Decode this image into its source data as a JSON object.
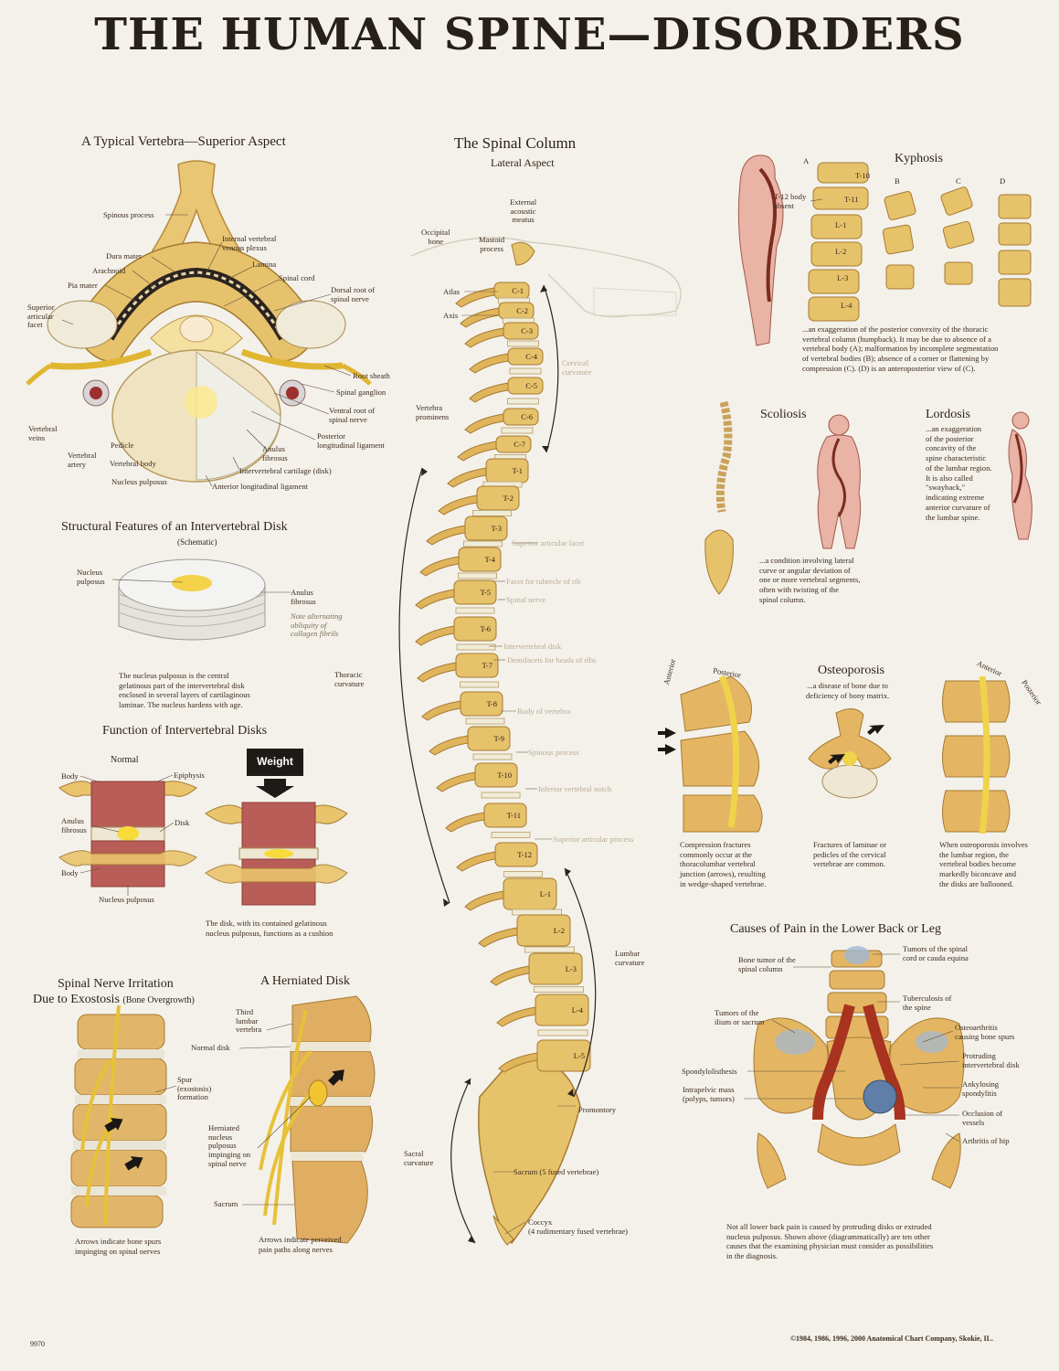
{
  "title": "THE HUMAN SPINE—DISORDERS",
  "vertebra": {
    "heading": "A Typical Vertebra—Superior Aspect",
    "labels": {
      "spinous_process": "Spinous process",
      "internal_plexus": "Internal vertebral\nvenous plexus",
      "dura_mater": "Dura mater",
      "lamina": "Lamina",
      "arachnoid": "Arachnoid",
      "spinal_cord": "Spinal cord",
      "pia_mater": "Pia mater",
      "dorsal_root": "Dorsal root of\nspinal nerve",
      "superior_facet": "Superior\narticular\nfacet",
      "root_sheath": "Root sheath",
      "spinal_ganglion": "Spinal ganglion",
      "ventral_root": "Ventral root of\nspinal nerve",
      "vertebral_veins": "Vertebral\nveins",
      "posterior_ligament": "Posterior\nlongitudinal ligament",
      "pedicle": "Pedicle",
      "anulus": "Anulus\nfibrosus",
      "vertebral_artery": "Vertebral\nartery",
      "vertebral_body": "Vertebral body",
      "intervertebral_cartilage": "Intervertebral cartilage (disk)",
      "nucleus_pulposus": "Nucleus pulposus",
      "anterior_ligament": "Anterior longitudinal ligament"
    }
  },
  "disk_structure": {
    "heading": "Structural Features of an Intervertebral Disk",
    "subheading": "(Schematic)",
    "nucleus": "Nucleus\npulposus",
    "anulus": "Anulus\nfibrosus",
    "note": "Note alternating\nobliquity of\ncollagen fibrils",
    "caption": "The nucleus pulposus is the central\ngelatinous part of the intervertebral disk\nenclosed in several layers of cartilaginous\nlaminae. The nucleus hardens with age."
  },
  "disk_function": {
    "heading": "Function of Intervertebral Disks",
    "normal": "Normal",
    "weight": "Weight",
    "body_top": "Body",
    "epiphysis": "Epiphysis",
    "anulus": "Anulus\nfibrosus",
    "disk": "Disk",
    "body_bottom": "Body",
    "nucleus": "Nucleus pulposus",
    "caption": "The disk, with its contained gelatinous\nnucleus pulposus, functions as a cushion"
  },
  "nerve_irritation": {
    "heading_line1": "Spinal Nerve Irritation",
    "heading_line2": "Due to Exostosis",
    "heading_small": "(Bone Overgrowth)",
    "spur": "Spur\n(exostosis)\nformation",
    "caption": "Arrows indicate bone spurs\nimpinging on spinal nerves"
  },
  "herniated": {
    "heading": "A Herniated Disk",
    "third_lumbar": "Third\nlumbar\nvertebra",
    "normal_disk": "Normal disk",
    "herniated_np": "Herniated\nnucleus\npulposus\nimpinging on\nspinal nerve",
    "sacrum": "Sacrum",
    "caption": "Arrows indicate perceived\npain paths along nerves"
  },
  "spinal_column": {
    "heading": "The Spinal Column",
    "subheading": "Lateral Aspect",
    "labels": {
      "external_meatus": "External\nacoustic\nmeatus",
      "occipital_bone": "Occipital\nbone",
      "mastoid": "Mastoid\nprocess",
      "atlas": "Atlas",
      "axis": "Axis",
      "cervical_curvature": "Cervical\ncurvature",
      "vertebra_prominens": "Vertebra\nprominens",
      "superior_facet": "Superior articular facet",
      "facet_rib": "Facet for tubercle of rib",
      "spinal_nerve": "Spinal nerve",
      "thoracic_curvature": "Thoracic\ncurvature",
      "intervertebral_disk": "Intervertebral disk",
      "demifacets": "Demifacets for heads of ribs",
      "body_vertebra": "Body of vertebra",
      "spinous_process": "Spinous process",
      "inferior_notch": "Inferior vertebral notch",
      "superior_process": "Superior articular process",
      "lumbar_curvature": "Lumbar\ncurvature",
      "promontory": "Promontory",
      "sacral_curvature": "Sacral\ncurvature",
      "sacrum": "Sacrum (5 fused vertebrae)",
      "coccyx": "Coccyx\n(4 rudimentary fused vertebrae)"
    },
    "vertebrae": [
      "C-1",
      "C-2",
      "C-3",
      "C-4",
      "C-5",
      "C-6",
      "C-7",
      "T-1",
      "T-2",
      "T-3",
      "T-4",
      "T-5",
      "T-6",
      "T-7",
      "T-8",
      "T-9",
      "T-10",
      "T-11",
      "T-12",
      "L-1",
      "L-2",
      "L-3",
      "L-4",
      "L-5"
    ]
  },
  "kyphosis": {
    "heading": "Kyphosis",
    "letters": [
      "A",
      "B",
      "C",
      "D"
    ],
    "t12_absent": "T-12 body\nabsent",
    "vertebra_labels": [
      "T-10",
      "T-11",
      "L-1",
      "L-2",
      "L-3",
      "L-4"
    ],
    "caption": "...an exaggeration of the posterior convexity of the thoracic\nvertebral column (humpback). It may be due to absence of a\nvertebral body (A); malformation by incomplete segmentation\nof vertebral bodies (B); absence of a corner or flattening by\ncompression (C). (D) is an anteroposterior view of (C)."
  },
  "scoliosis": {
    "heading": "Scoliosis",
    "caption": "...a condition involving lateral\ncurve or angular deviation of\none or more vertebral segments,\noften with twisting of the\nspinal column."
  },
  "lordosis": {
    "heading": "Lordosis",
    "caption": "...an exaggeration\nof the posterior\nconcavity of the\nspine characteristic\nof the lumbar region.\nIt is also called\n\"swayback,\"\nindicating extreme\nanterior curvature of\nthe lumbar spine."
  },
  "osteoporosis": {
    "heading": "Osteoporosis",
    "subheading": "...a disease of bone due to\ndeficiency of bony matrix.",
    "anterior_left": "Anterior",
    "posterior_left": "Posterior",
    "anterior_right": "Anterior",
    "posterior_right": "Posterior",
    "caption_left": "Compression fractures\ncommonly occur at the\nthoracolumbar vertebral\njunction (arrows), resulting\nin wedge-shaped vertebrae.",
    "caption_mid": "Fractures of laminae or\npedicles of the cervical\nvertebrae are common.",
    "caption_right": "When osteoporosis involves\nthe lumbar region, the\nvertebral bodies become\nmarkedly biconcave and\nthe disks are ballooned."
  },
  "pain_causes": {
    "heading": "Causes of Pain in the Lower Back or Leg",
    "labels": {
      "tumors_cord": "Tumors of the spinal\ncord or cauda equina",
      "bone_tumor": "Bone tumor of the\nspinal column",
      "tuberculosis": "Tuberculosis of\nthe spine",
      "tumors_ilium": "Tumors of the\nilium or sacrum",
      "osteoarthritis": "Osteoarthritis\ncausing bone spurs",
      "protruding": "Protruding\nintervertebral disk",
      "spondylolisthesis": "Spondylolisthesis",
      "ankylosing": "Ankylosing\nspondylitis",
      "intrapelvic": "Intrapelvic mass\n(polyps, tumors)",
      "occlusion": "Occlusion of\nvessels",
      "arthritis_hip": "Arthritis of hip"
    },
    "caption": "Not all lower back pain is caused by protruding disks or extruded\nnucleus pulposus. Shown above (diagrammatically) are ten other\ncauses that the examining physician must consider as possibilities\nin the diagnosis."
  },
  "footer": {
    "catalog": "9970",
    "copyright": "©1984, 1986, 1996, 2000 Anatomical Chart Company, Skokie, IL."
  }
}
